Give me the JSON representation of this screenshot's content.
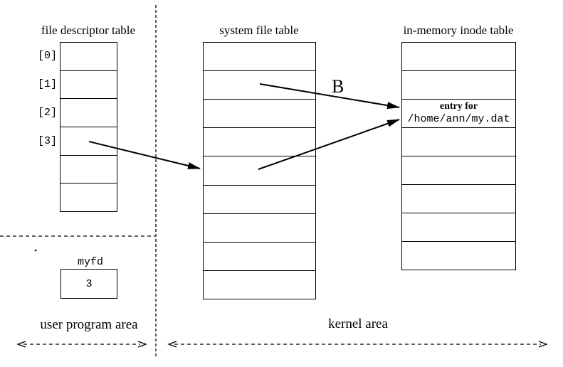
{
  "titles": {
    "fd_table": "file descriptor table",
    "system_file_table": "system file table",
    "inode_table": "in-memory inode table"
  },
  "fd_table": {
    "row_labels": [
      "[0]",
      "[1]",
      "[2]",
      "[3]"
    ]
  },
  "inode_entry": {
    "line1": "entry for",
    "line2": "/home/ann/my.dat"
  },
  "arrow_label": "B",
  "myfd": {
    "label": "myfd",
    "value": "3"
  },
  "areas": {
    "user": "user program area",
    "kernel": "kernel area"
  },
  "colors": {
    "ink": "#000000",
    "background": "#ffffff"
  }
}
